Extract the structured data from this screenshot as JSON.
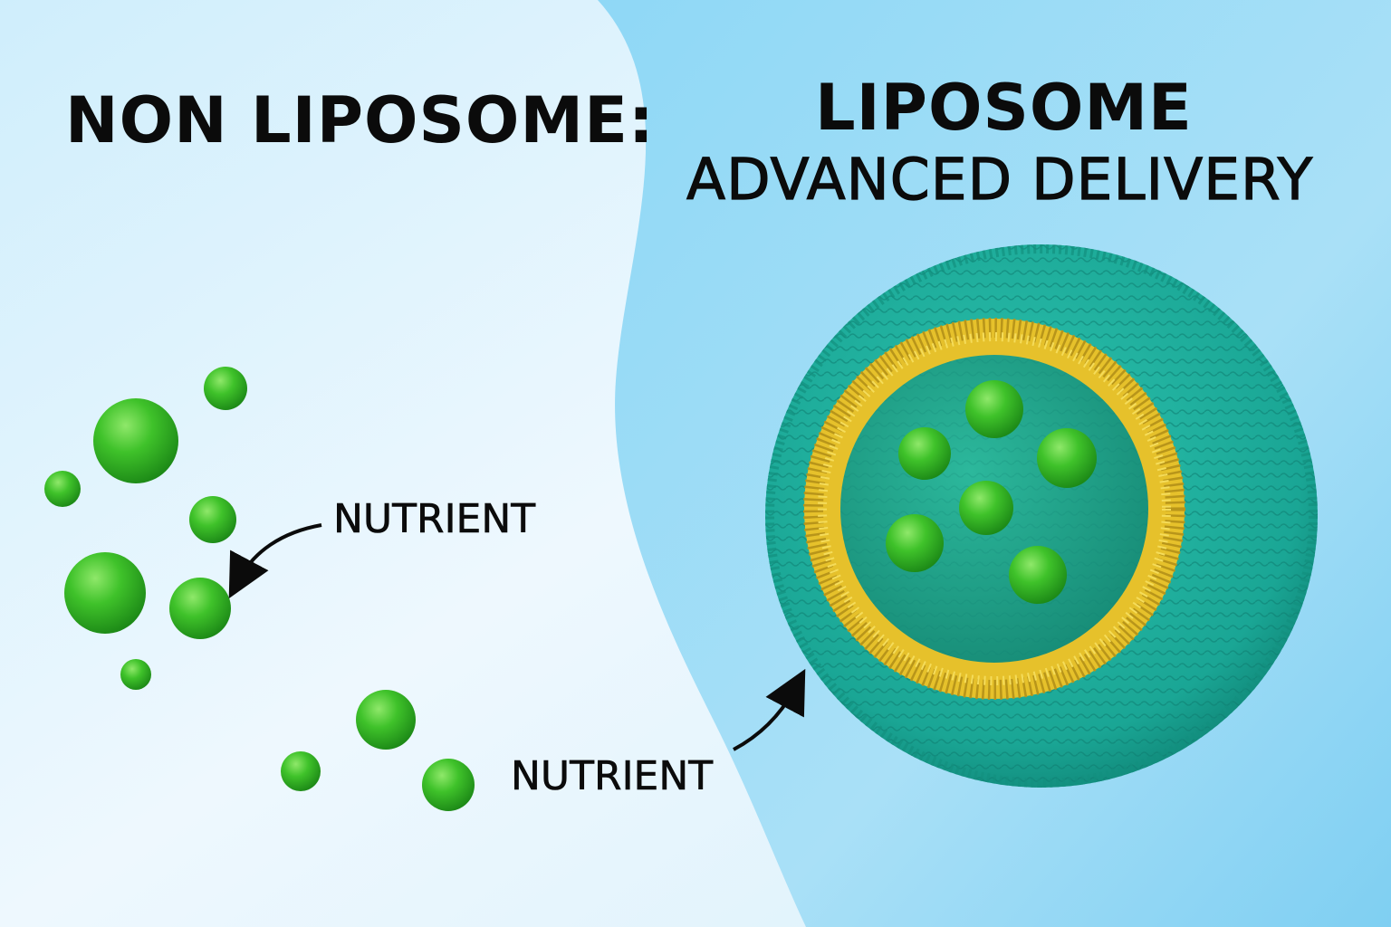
{
  "left_panel": {
    "title": "NON LIPOSOME:",
    "nutrient_label": "NUTRIENT"
  },
  "right_panel": {
    "title_line1": "LIPOSOME",
    "title_line2": "ADVANCED DELIVERY",
    "nutrient_label": "NUTRIENT"
  },
  "colors": {
    "left_background": "#e6f5fd",
    "right_background": "#9fdcf7",
    "nutrient_green": "#3fc22a",
    "liposome_shell": "#1fa99a",
    "lipid_layer": "#e8c52a",
    "liposome_core": "#22a88f",
    "text": "#0b0b0b"
  },
  "icons": {
    "nutrient": "green-sphere",
    "liposome": "bilayer-vesicle",
    "pointer": "curved-arrow"
  }
}
